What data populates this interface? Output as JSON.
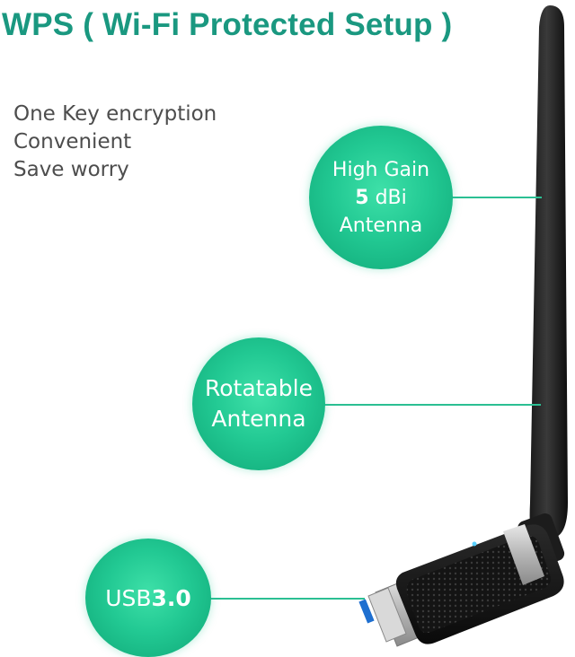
{
  "title": "WPS ( Wi-Fi Protected Setup )",
  "features": [
    "One Key encryption",
    "Convenient",
    "Save worry"
  ],
  "callouts": {
    "gain": {
      "line1": "High Gain",
      "value": "5",
      "unit": "dBi",
      "line3": "Antenna"
    },
    "rotatable": {
      "line1": "Rotatable",
      "line2": "Antenna"
    },
    "usb": {
      "prefix": "USB",
      "version": "3.0"
    }
  },
  "colors": {
    "accent": "#1a9880",
    "bubble": "#22c993",
    "text": "#4d4d4d"
  },
  "device": {
    "icon": "usb-wifi-adapter-icon"
  }
}
